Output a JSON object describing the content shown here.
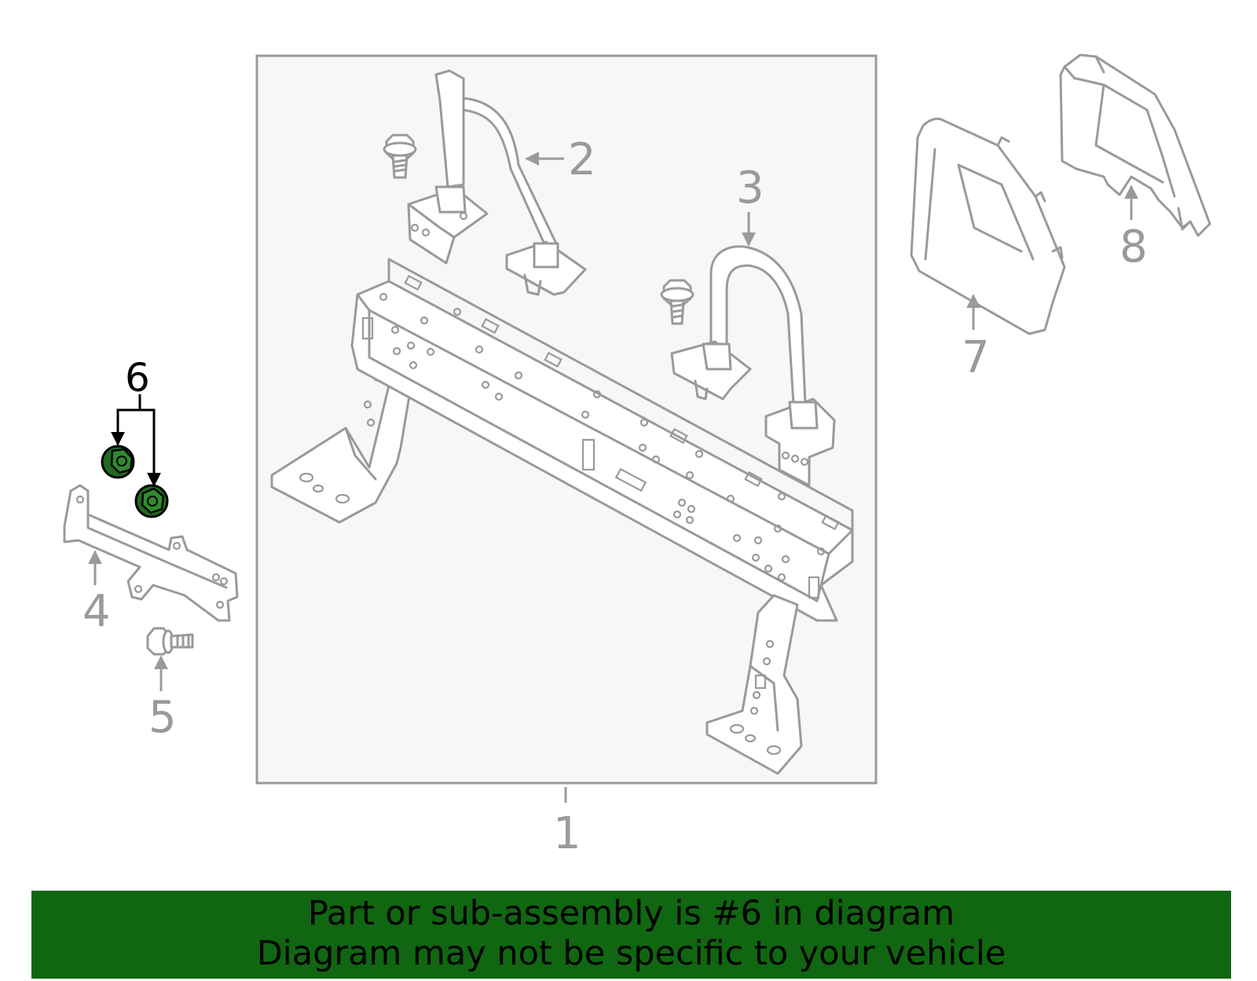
{
  "callouts": {
    "c1": "1",
    "c2": "2",
    "c3": "3",
    "c4": "4",
    "c5": "5",
    "c6": "6",
    "c7": "7",
    "c8": "8"
  },
  "banner": {
    "line1": "Part or sub-assembly is #6 in diagram",
    "line2": "Diagram may not be specific to your vehicle"
  },
  "colors": {
    "banner_bg": "#116611",
    "highlight_part": "#1f6b1f",
    "line_art": "#9a9a9a",
    "panel_bg": "#f7f7f7"
  }
}
